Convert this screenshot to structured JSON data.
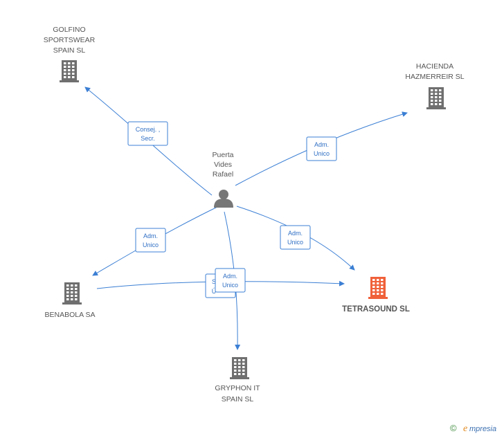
{
  "diagram": {
    "person": {
      "name_lines": [
        "Puerta",
        "Vides",
        "Rafael"
      ],
      "icon": "person-icon",
      "color": "#777777"
    },
    "companies": [
      {
        "id": "golfino",
        "name_lines": [
          "GOLFINO",
          "SPORTSWEAR",
          "SPAIN SL"
        ],
        "icon": "building-icon",
        "color": "#6f6f6f",
        "highlight": false
      },
      {
        "id": "hacienda",
        "name_lines": [
          "HACIENDA",
          "HAZMERREIR  SL"
        ],
        "icon": "building-icon",
        "color": "#6f6f6f",
        "highlight": false
      },
      {
        "id": "benabola",
        "name_lines": [
          "BENABOLA SA"
        ],
        "icon": "building-icon",
        "color": "#6f6f6f",
        "highlight": false
      },
      {
        "id": "tetrasound",
        "name_lines": [
          "TETRASOUND SL"
        ],
        "icon": "building-icon",
        "color": "#f0613a",
        "highlight": true
      },
      {
        "id": "gryphon",
        "name_lines": [
          "GRYPHON IT",
          "SPAIN SL"
        ],
        "icon": "building-icon",
        "color": "#6f6f6f",
        "highlight": false
      }
    ],
    "edges": [
      {
        "id": "to-golfino",
        "label_lines": [
          "Consej. ,",
          "Secr."
        ]
      },
      {
        "id": "to-hacienda",
        "label_lines": [
          "Adm.",
          "Unico"
        ]
      },
      {
        "id": "to-benabola",
        "label_lines": [
          "Adm.",
          "Unico"
        ]
      },
      {
        "id": "to-tetrasound",
        "label_lines": [
          "Adm.",
          "Unico"
        ]
      },
      {
        "id": "benabola-to-tetrasound",
        "label_lines": [
          "S",
          "Ú"
        ]
      },
      {
        "id": "to-gryphon",
        "label_lines": [
          "Adm.",
          "Unico"
        ]
      }
    ],
    "edge_color": "#3b7fd4"
  },
  "footer": {
    "copyright_symbol": "©",
    "brand_initial": "e",
    "brand_rest": "mpresia",
    "colors": {
      "symbol": "#3b8a3b",
      "initial": "#e08a1e",
      "rest": "#3b6fb0"
    }
  }
}
